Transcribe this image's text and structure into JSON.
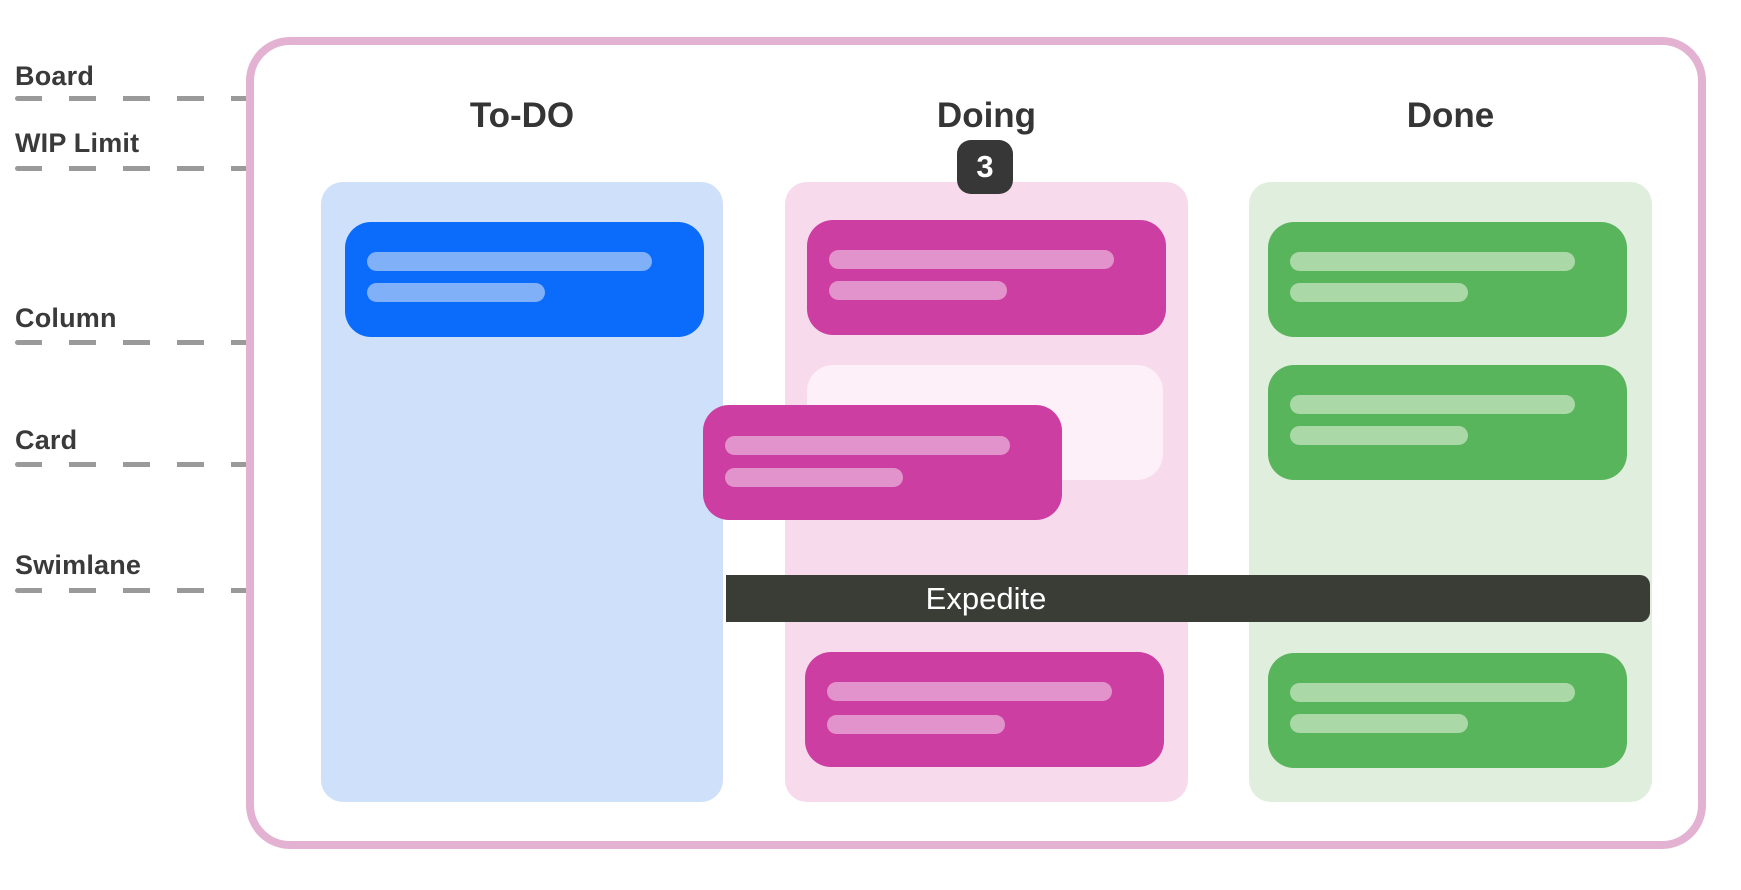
{
  "legend": {
    "items": [
      {
        "label": "Board"
      },
      {
        "label": "WIP Limit"
      },
      {
        "label": "Column"
      },
      {
        "label": "Card"
      },
      {
        "label": "Swimlane"
      }
    ]
  },
  "board": {
    "columns": [
      {
        "name": "To-DO",
        "cards": 1
      },
      {
        "name": "Doing",
        "wip_limit": "3",
        "cards": 3
      },
      {
        "name": "Done",
        "cards": 3
      }
    ],
    "swimlane": {
      "label": "Expedite"
    }
  },
  "colors": {
    "board-border": "#e3b1d1",
    "label-text": "#3a3a3a",
    "dash": "#9a9a9a",
    "col-blue": "#cfe0fb",
    "card-blue": "#0b6bfa",
    "line-blue": "#7fb0f8",
    "col-pink": "#f7dbed",
    "card-magenta": "#cc3ea2",
    "line-magenta": "#e393cb",
    "ghost-card": "#fdf0f8",
    "col-green": "#dfeedd",
    "card-green": "#58b55c",
    "line-green": "#abd8a7",
    "dark": "#3a3d36",
    "text-light": "#ffffff"
  }
}
